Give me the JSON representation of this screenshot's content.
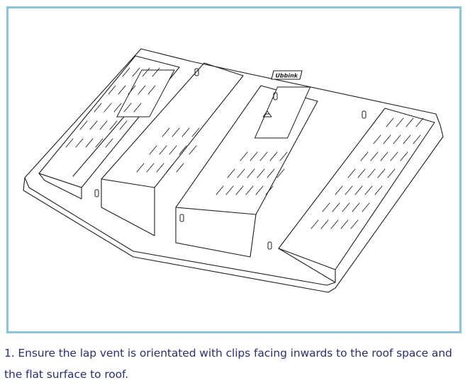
{
  "figure": {
    "illustration": "lap-vent-line-drawing",
    "brand_mark_text": "Ubbink",
    "frame_color": "#8cc3dd"
  },
  "caption": {
    "text": "1. Ensure the lap vent is orientated with clips facing inwards to the roof space and the flat surface to roof."
  }
}
